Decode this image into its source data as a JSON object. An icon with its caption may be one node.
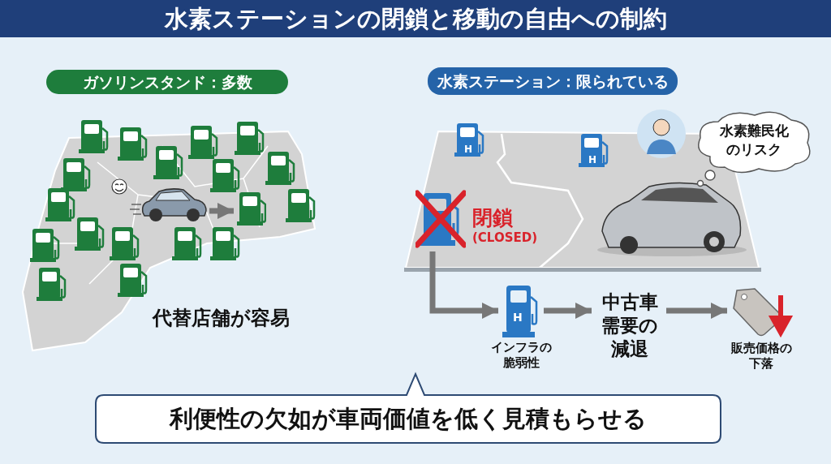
{
  "diagram": {
    "title": "水素ステーションの閉鎖と移動の自由への制約",
    "nodes": [
      {
        "text": [
          "ガソリンスタンド：多数"
        ]
      },
      {
        "text": [],
        "shape": "picture"
      },
      {
        "text": [],
        "shape": "picture"
      },
      {
        "text": [
          "水素ステーション：限られている"
        ]
      },
      {
        "text": [
          "水素難民化のリスク"
        ]
      },
      {
        "text": [],
        "shape": "picture",
        "beside": [
          "閉鎖",
          "(CLOSED)"
        ]
      },
      {
        "text": [
          "H"
        ],
        "beside": [
          "インフラの脆弱性"
        ]
      },
      {
        "text": [
          "中古車需要の減退"
        ]
      },
      {
        "text": [],
        "shape": "picture",
        "beside": [
          "販売価格の下落"
        ]
      },
      {
        "text": [
          "利便性の欠如が車両価値を低く見積もらせる"
        ]
      }
    ],
    "edges": [
      {
        "from": 1,
        "to": 2,
        "arrow": "to"
      },
      {
        "from": 5,
        "to": 6,
        "arrow": "to"
      },
      {
        "from": 6,
        "to": 7,
        "arrow": "to"
      },
      {
        "from": 7,
        "to": 8,
        "arrow": "to"
      }
    ],
    "labels": [
      "代替店舗が容易",
      "H",
      "H"
    ]
  }
}
